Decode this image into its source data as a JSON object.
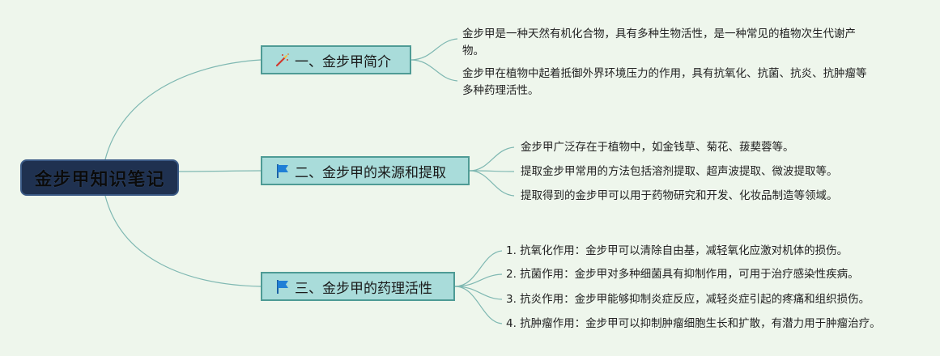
{
  "root": {
    "label": "金步甲知识笔记"
  },
  "branches": [
    {
      "label": "一、金步甲简介",
      "icon": "magic-wand-icon",
      "items": [
        "金步甲是一种天然有机化合物，具有多种生物活性，是一种常见的植物次生代谢产物。",
        "金步甲在植物中起着抵御外界环境压力的作用，具有抗氧化、抗菌、抗炎、抗肿瘤等多种药理活性。"
      ]
    },
    {
      "label": "二、金步甲的来源和提取",
      "icon": "flag-icon",
      "items": [
        "金步甲广泛存在于植物中，如金钱草、菊花、菝葜蓉等。",
        "提取金步甲常用的方法包括溶剂提取、超声波提取、微波提取等。",
        "提取得到的金步甲可以用于药物研究和开发、化妆品制造等领域。"
      ]
    },
    {
      "label": "三、金步甲的药理活性",
      "icon": "flag-icon",
      "items": [
        "1. 抗氧化作用：金步甲可以清除自由基，减轻氧化应激对机体的损伤。",
        "2. 抗菌作用：金步甲对多种细菌具有抑制作用，可用于治疗感染性疾病。",
        "3. 抗炎作用：金步甲能够抑制炎症反应，减轻炎症引起的疼痛和组织损伤。",
        "4. 抗肿瘤作用：金步甲可以抑制肿瘤细胞生长和扩散，有潜力用于肿瘤治疗。"
      ]
    }
  ],
  "colors": {
    "background": "#eef6ec",
    "root_fill": "#1f3150",
    "branch_fill": "#a9dcda",
    "branch_border": "#4e9b95",
    "connector": "#7fb8b2",
    "flag": "#1f7fd6"
  }
}
